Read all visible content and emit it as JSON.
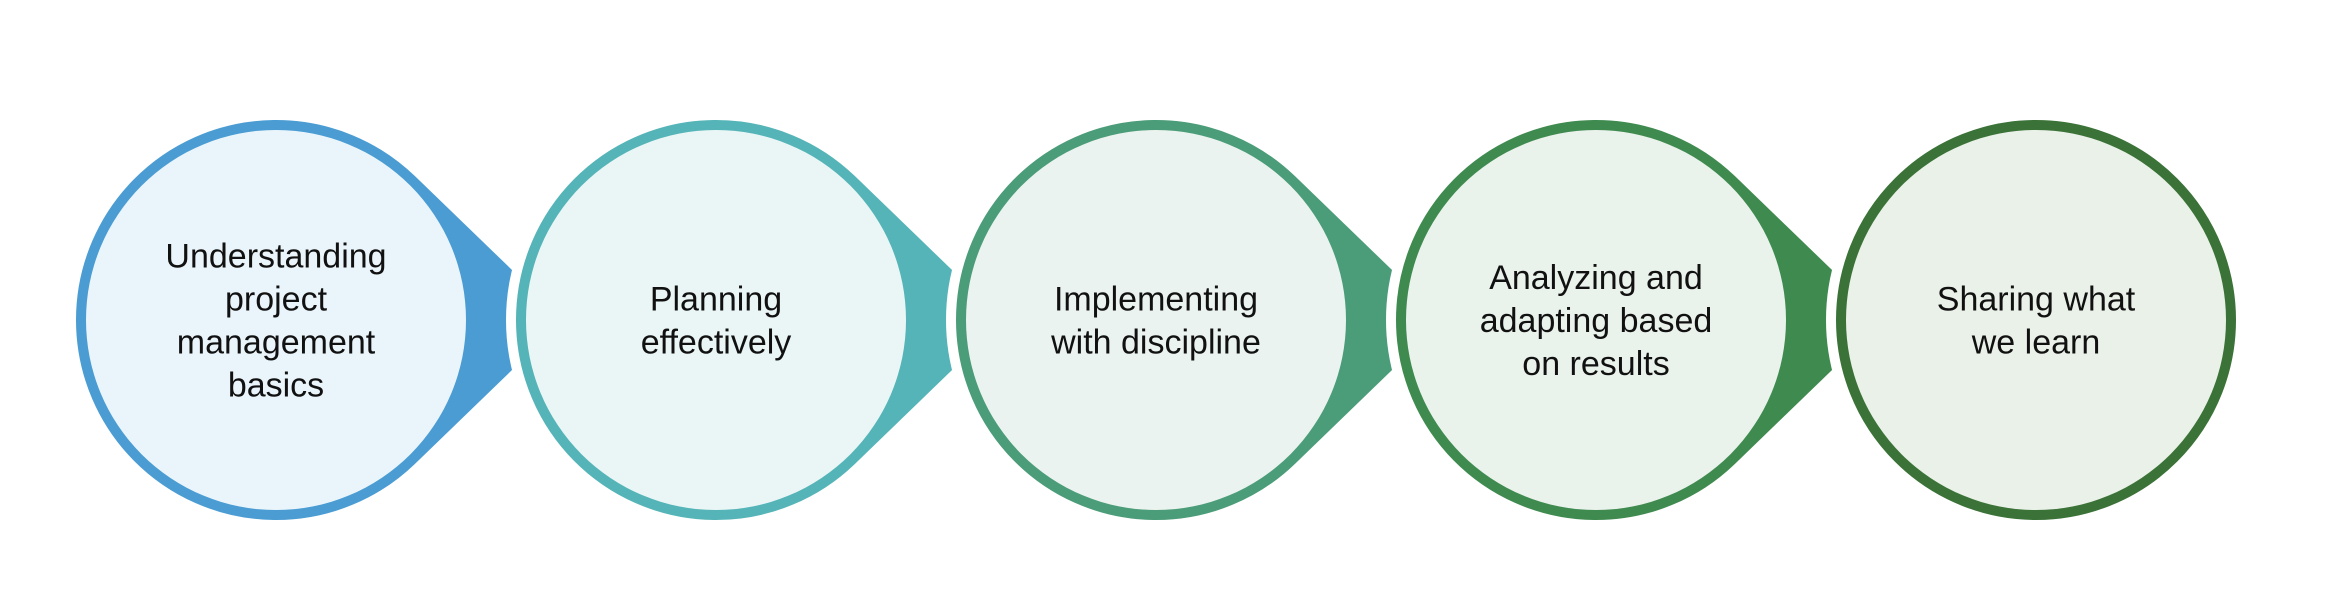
{
  "steps": [
    {
      "lines": [
        "Understanding",
        "project",
        "management",
        "basics"
      ],
      "ring_color": "#4A9CD3",
      "fill_color": "#EAF5FB"
    },
    {
      "lines": [
        "Planning",
        "effectively"
      ],
      "ring_color": "#55B4B7",
      "fill_color": "#EAF6F6"
    },
    {
      "lines": [
        "Implementing",
        "with discipline"
      ],
      "ring_color": "#4B9C78",
      "fill_color": "#EAF3EF"
    },
    {
      "lines": [
        "Analyzing and",
        "adapting based",
        "on results"
      ],
      "ring_color": "#3F8A4F",
      "fill_color": "#EAF2EC"
    },
    {
      "lines": [
        "Sharing what",
        "we learn"
      ],
      "ring_color": "#3A7237",
      "fill_color": "#EAF1E8"
    }
  ]
}
